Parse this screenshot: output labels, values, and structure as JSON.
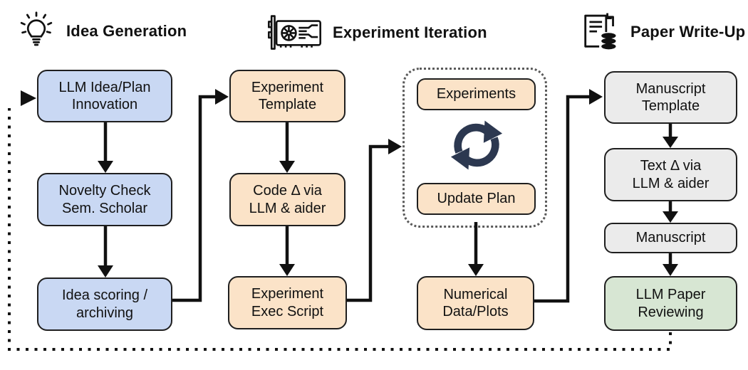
{
  "sections": [
    {
      "label": "Idea Generation",
      "icon": "lightbulb-icon"
    },
    {
      "label": "Experiment Iteration",
      "icon": "gpu-icon"
    },
    {
      "label": "Paper Write-Up",
      "icon": "paper-database-icon"
    }
  ],
  "nodes": [
    {
      "id": "llm-idea-plan-innovation",
      "text": "LLM Idea/Plan\nInnovation",
      "fill": "#c9d8f3"
    },
    {
      "id": "novelty-check",
      "text": "Novelty Check\nSem. Scholar",
      "fill": "#c9d8f3"
    },
    {
      "id": "idea-scoring-archiving",
      "text": "Idea scoring /\narchiving",
      "fill": "#c9d8f3"
    },
    {
      "id": "experiment-template",
      "text": "Experiment\nTemplate",
      "fill": "#fbe3c8"
    },
    {
      "id": "code-delta-llm-aider",
      "text": "Code Δ via\nLLM & aider",
      "fill": "#fbe3c8"
    },
    {
      "id": "experiment-exec-script",
      "text": "Experiment\nExec Script",
      "fill": "#fbe3c8"
    },
    {
      "id": "experiments",
      "text": "Experiments",
      "fill": "#fbe3c8"
    },
    {
      "id": "update-plan",
      "text": "Update Plan",
      "fill": "#fbe3c8"
    },
    {
      "id": "numerical-data-plots",
      "text": "Numerical\nData/Plots",
      "fill": "#fbe3c8"
    },
    {
      "id": "manuscript-template",
      "text": "Manuscript\nTemplate",
      "fill": "#ebebeb"
    },
    {
      "id": "text-delta-llm-aider",
      "text": "Text Δ via\nLLM & aider",
      "fill": "#ebebeb"
    },
    {
      "id": "manuscript",
      "text": "Manuscript",
      "fill": "#ebebeb"
    },
    {
      "id": "llm-paper-reviewing",
      "text": "LLM Paper\nReviewing",
      "fill": "#d7e6d3"
    }
  ],
  "loop": {
    "icon": "cycle-icon"
  },
  "colors": {
    "idea_box": "#c9d8f3",
    "experiment_box": "#fbe3c8",
    "writeup_box": "#ebebeb",
    "review_box": "#d7e6d3",
    "box_border": "#1f1f1f",
    "arrow": "#111111",
    "cycle_icon": "#2c3850",
    "loop_dots": "#5a5a5a"
  }
}
